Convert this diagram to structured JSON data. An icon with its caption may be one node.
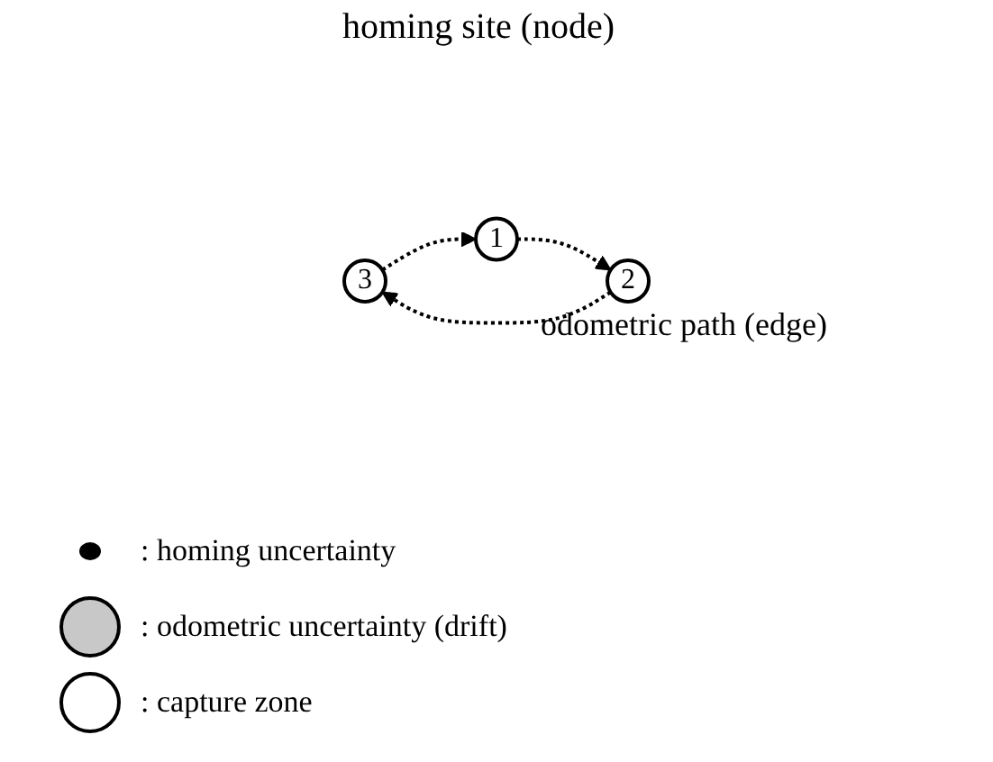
{
  "diagram": {
    "nodes": [
      {
        "text": [
          "3"
        ]
      },
      {
        "text": [
          "1"
        ]
      },
      {
        "text": [
          "2"
        ]
      }
    ],
    "edges": [
      {
        "from": 0,
        "to": 1,
        "arrow": "to",
        "style": "dashed"
      },
      {
        "from": 1,
        "to": 2,
        "arrow": "to",
        "style": "dashed"
      },
      {
        "from": 2,
        "to": 0,
        "arrow": "to",
        "style": "dashed"
      }
    ],
    "labels": [
      "homing site (node)",
      "odometric path (edge)"
    ],
    "legend": [
      {
        "text": ": homing uncertainty"
      },
      {
        "text": ": odometric uncertainty (drift)"
      },
      {
        "text": ": capture zone"
      }
    ]
  }
}
